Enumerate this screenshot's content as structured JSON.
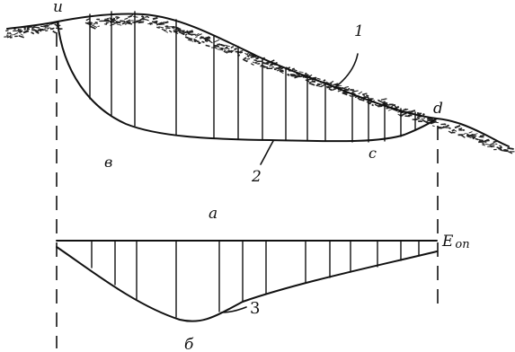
{
  "diagram": {
    "upper": {
      "labels": {
        "point_a": "u",
        "point_b": "в",
        "point_c": "c",
        "point_d": "d",
        "callout_1": "1",
        "callout_2": "2"
      },
      "caption": "a"
    },
    "lower": {
      "labels": {
        "end_label": "E",
        "end_label_sub": "оп",
        "callout_3": "3"
      },
      "caption": "б"
    },
    "colors": {
      "ink": "#111111",
      "background": "#ffffff"
    }
  }
}
